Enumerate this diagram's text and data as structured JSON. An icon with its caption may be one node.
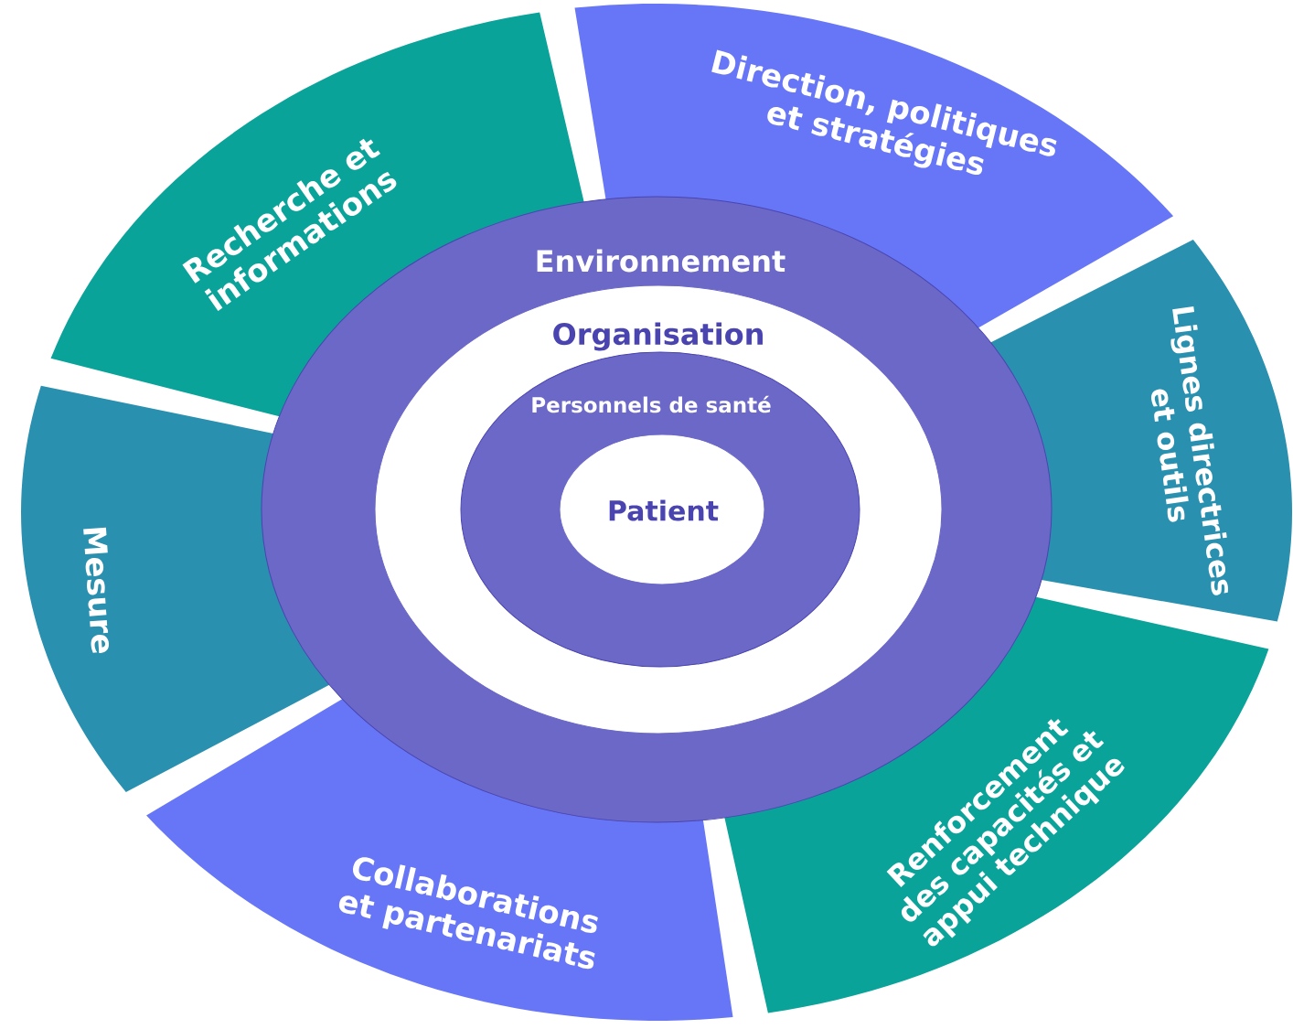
{
  "diagram": {
    "nodes": [
      {
        "text": [
          "Recherche et informations"
        ]
      },
      {
        "text": [
          "Direction, politiques et stratégies"
        ]
      },
      {
        "text": [
          "Lignes directrices et outils"
        ]
      },
      {
        "text": [
          "Mesure"
        ]
      },
      {
        "text": [
          "Renforcement des capacités et appui technique"
        ]
      },
      {
        "text": [
          "Collaborations et partenariats"
        ]
      },
      {
        "text": [
          "Environnement"
        ]
      },
      {
        "text": [
          "Organisation"
        ],
        "in": 6
      },
      {
        "text": [
          "Personnels de santé"
        ],
        "in": 7
      },
      {
        "text": [
          "Patient"
        ],
        "in": 8
      }
    ]
  }
}
